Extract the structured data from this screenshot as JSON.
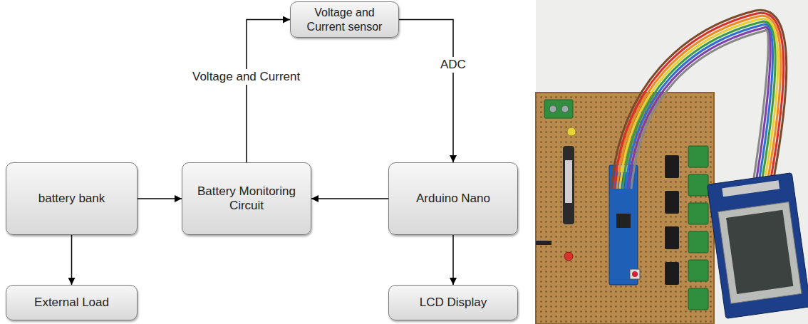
{
  "diagram": {
    "nodes": [
      {
        "text": [
          "Voltage and Current sensor"
        ]
      },
      {
        "text": [
          "battery bank"
        ]
      },
      {
        "text": [
          "Battery Monitoring Circuit"
        ]
      },
      {
        "text": [
          "Arduino Nano"
        ]
      },
      {
        "text": [
          "External Load"
        ]
      },
      {
        "text": [
          "LCD Display"
        ]
      }
    ],
    "edges": [
      {
        "from": 1,
        "to": 2,
        "arrow": "to"
      },
      {
        "from": 2,
        "to": 0,
        "label": "Voltage and Current",
        "arrow": "to"
      },
      {
        "from": 0,
        "to": 3,
        "label": "ADC",
        "arrow": "to"
      },
      {
        "from": 3,
        "to": 2,
        "arrow": "to"
      },
      {
        "from": 1,
        "to": 4,
        "arrow": "to"
      },
      {
        "from": 3,
        "to": 5,
        "arrow": "to"
      }
    ]
  }
}
